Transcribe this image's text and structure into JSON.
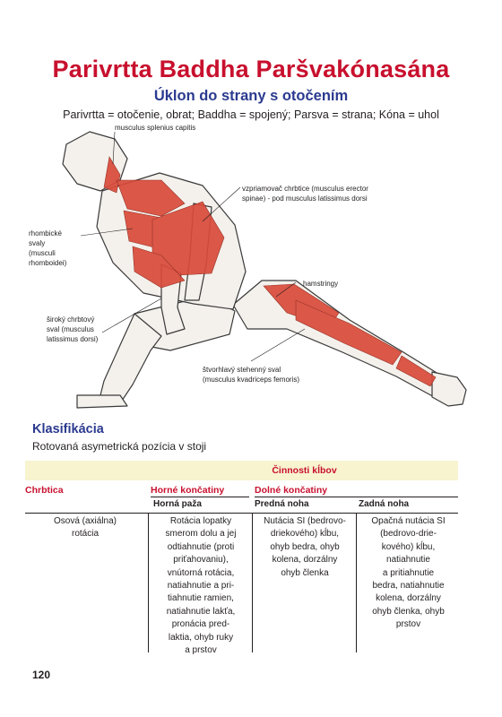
{
  "header": {
    "title": "Parivrtta Baddha Paršvakónasána",
    "subtitle": "Úklon do strany s otočením",
    "etymology": "Parivrtta = otočenie, obrat; Baddha = spojený; Parsva = strana; Kóna = uhol"
  },
  "figure": {
    "labels": {
      "splenius": "musculus splenius capitis",
      "erector": "vzpriamovač chrbtice (musculus erector\nspinae) - pod musculus latissimus dorsi",
      "rhomboid": "rhombické\nsvaly\n(musculi\nrhomboidei)",
      "hamstrings": "hamstringy",
      "latissimus": "široký chrbtový\nsval (musculus\nlatissimus dorsi)",
      "quadriceps": "štvorhlavý stehenný sval\n(musculus kvadriceps femoris)"
    },
    "colors": {
      "muscle": "#d94a3a",
      "skin": "#f4f1ec",
      "outline": "#3a3a3a"
    }
  },
  "classification": {
    "title": "Klasifikácia",
    "subtitle": "Rotovaná asymetrická pozícia v stoji"
  },
  "table": {
    "top_header": "Činnosti kĺbov",
    "col1_header": "Chrbtica",
    "upper_header": "Horné končatiny",
    "lower_header": "Dolné končatiny",
    "sub_upper": "Horná paža",
    "sub_front": "Predná noha",
    "sub_back": "Zadná noha",
    "spine": "Osová (axiálna)\nrotácia",
    "upper_arm": "Rotácia lopatky\nsmerom dolu a jej\nodtiahnutie (proti\npriťahovaniu),\nvnútorná rotácia,\nnatiahnutie a pri-\ntiahnutie ramien,\nnatiahnutie lakťa,\npronácia pred-\nlaktia, ohyb ruky\na prstov",
    "front_leg": "Nutácia SI (bedrovo-\ndriekového) kĺbu,\nohyb bedra, ohyb\nkolena, dorzálny\nohyb členka",
    "back_leg": "Opačná nutácia SI\n(bedrovo-drie-\nkového) kĺbu,\nnatiahnutie\na pritiahnutie\nbedra, natiahnutie\nkolena,  dorzálny\nohyb členka, ohyb\nprstov"
  },
  "footer": {
    "page_number": "120"
  }
}
